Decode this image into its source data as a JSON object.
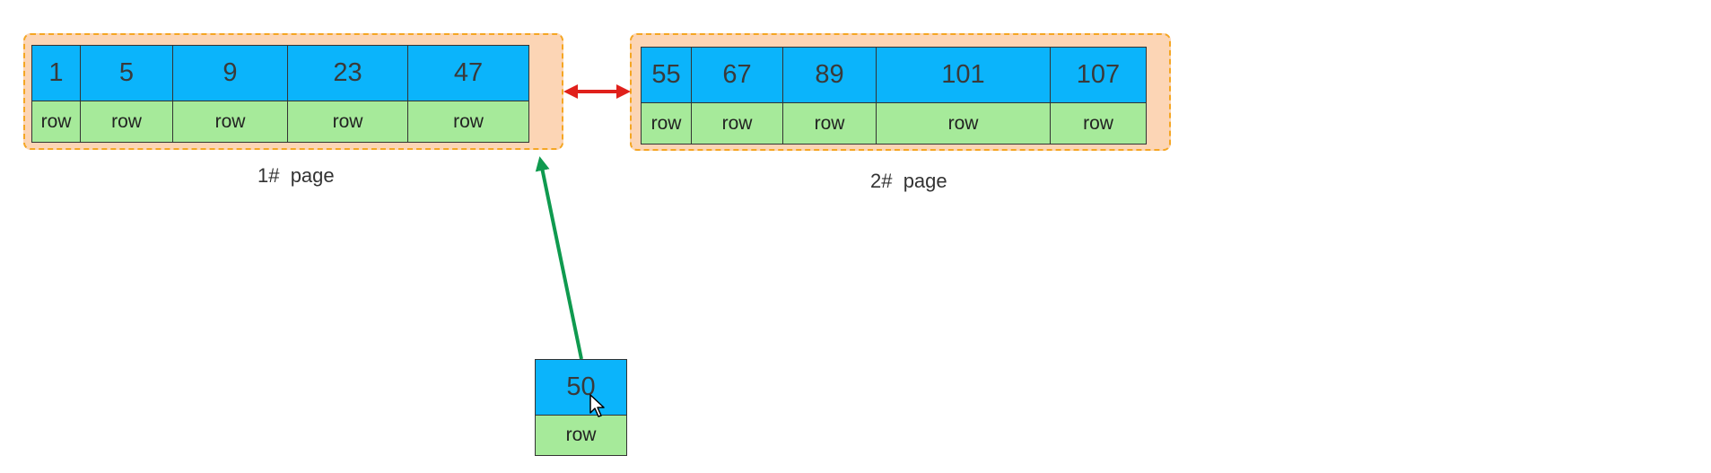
{
  "pages": [
    {
      "label": "1#  page",
      "records": [
        {
          "key": "1",
          "row": "row"
        },
        {
          "key": "5",
          "row": "row"
        },
        {
          "key": "9",
          "row": "row"
        },
        {
          "key": "23",
          "row": "row"
        },
        {
          "key": "47",
          "row": "row"
        }
      ]
    },
    {
      "label": "2#  page",
      "records": [
        {
          "key": "55",
          "row": "row"
        },
        {
          "key": "67",
          "row": "row"
        },
        {
          "key": "89",
          "row": "row"
        },
        {
          "key": "101",
          "row": "row"
        },
        {
          "key": "107",
          "row": "row"
        }
      ]
    }
  ],
  "new_record": {
    "key": "50",
    "row": "row"
  },
  "colors": {
    "key_cell": "#0bb4fb",
    "row_cell": "#a6ea9a",
    "page_fill": "#fcd5b5",
    "page_border": "#f5a623",
    "link_arrow": "#e0201b",
    "insert_arrow": "#0f9a4f"
  },
  "icons": {
    "page_link": "double-headed-arrow",
    "insert": "up-arrow",
    "cursor": "mouse-pointer"
  }
}
